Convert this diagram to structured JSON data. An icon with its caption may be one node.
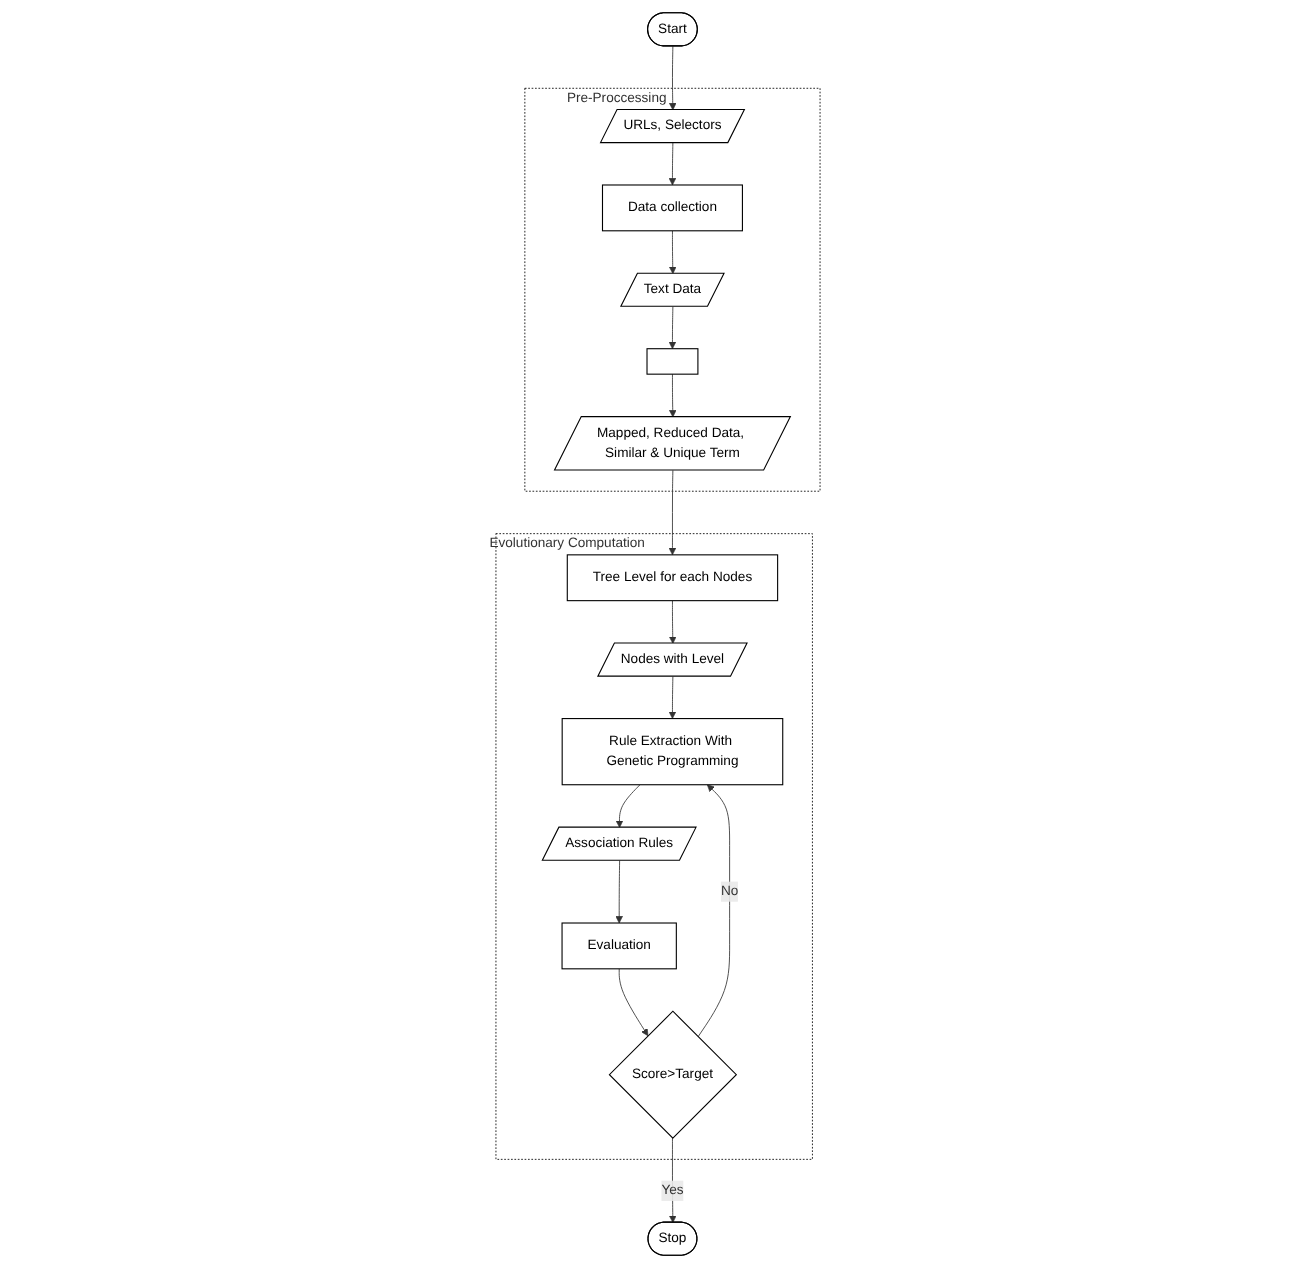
{
  "diagram": {
    "nodes": [
      {
        "text": [
          "Start"
        ]
      },
      {
        "text": [
          "Stop"
        ]
      },
      {
        "text": [
          "Pre-Proccessing"
        ]
      },
      {
        "text": [
          "URLs, Selectors"
        ],
        "in": 2
      },
      {
        "text": [
          "Data collection"
        ],
        "in": 2
      },
      {
        "text": [
          "Text Data"
        ],
        "in": 2
      },
      {
        "text": [],
        "shape": "box",
        "in": 2
      },
      {
        "text": [
          "Mapped, Reduced Data, Similar & Unique Term"
        ],
        "in": 2
      },
      {
        "text": [
          "Evolutionary Computation"
        ]
      },
      {
        "text": [
          "Score>Target"
        ],
        "in": 8
      },
      {
        "text": [
          "Evaluation"
        ],
        "in": 8
      },
      {
        "text": [
          "Association Rules"
        ],
        "in": 8
      },
      {
        "text": [
          "Rule Extraction With Genetic Programming"
        ],
        "in": 8
      },
      {
        "text": [
          "Nodes with Level"
        ],
        "in": 8
      },
      {
        "text": [
          "Tree Level for each Nodes"
        ],
        "in": 8
      }
    ],
    "edges": [
      {
        "from": 0,
        "to": 3,
        "arrow": "to"
      },
      {
        "from": 3,
        "to": 4,
        "arrow": "to"
      },
      {
        "from": 4,
        "to": 5,
        "arrow": "to"
      },
      {
        "from": 5,
        "to": 6,
        "arrow": "to"
      },
      {
        "from": 6,
        "to": 7,
        "arrow": "to"
      },
      {
        "from": 7,
        "to": 14,
        "arrow": "to"
      },
      {
        "from": 14,
        "to": 13,
        "arrow": "to"
      },
      {
        "from": 13,
        "to": 12,
        "arrow": "to"
      },
      {
        "from": 12,
        "to": 11,
        "arrow": "to"
      },
      {
        "from": 11,
        "to": 10,
        "arrow": "to"
      },
      {
        "from": 10,
        "to": 9,
        "arrow": "to"
      },
      {
        "from": 9,
        "to": 1,
        "label": "Yes",
        "arrow": "to"
      },
      {
        "from": 9,
        "to": 12,
        "label": "No",
        "arrow": "to"
      }
    ]
  }
}
